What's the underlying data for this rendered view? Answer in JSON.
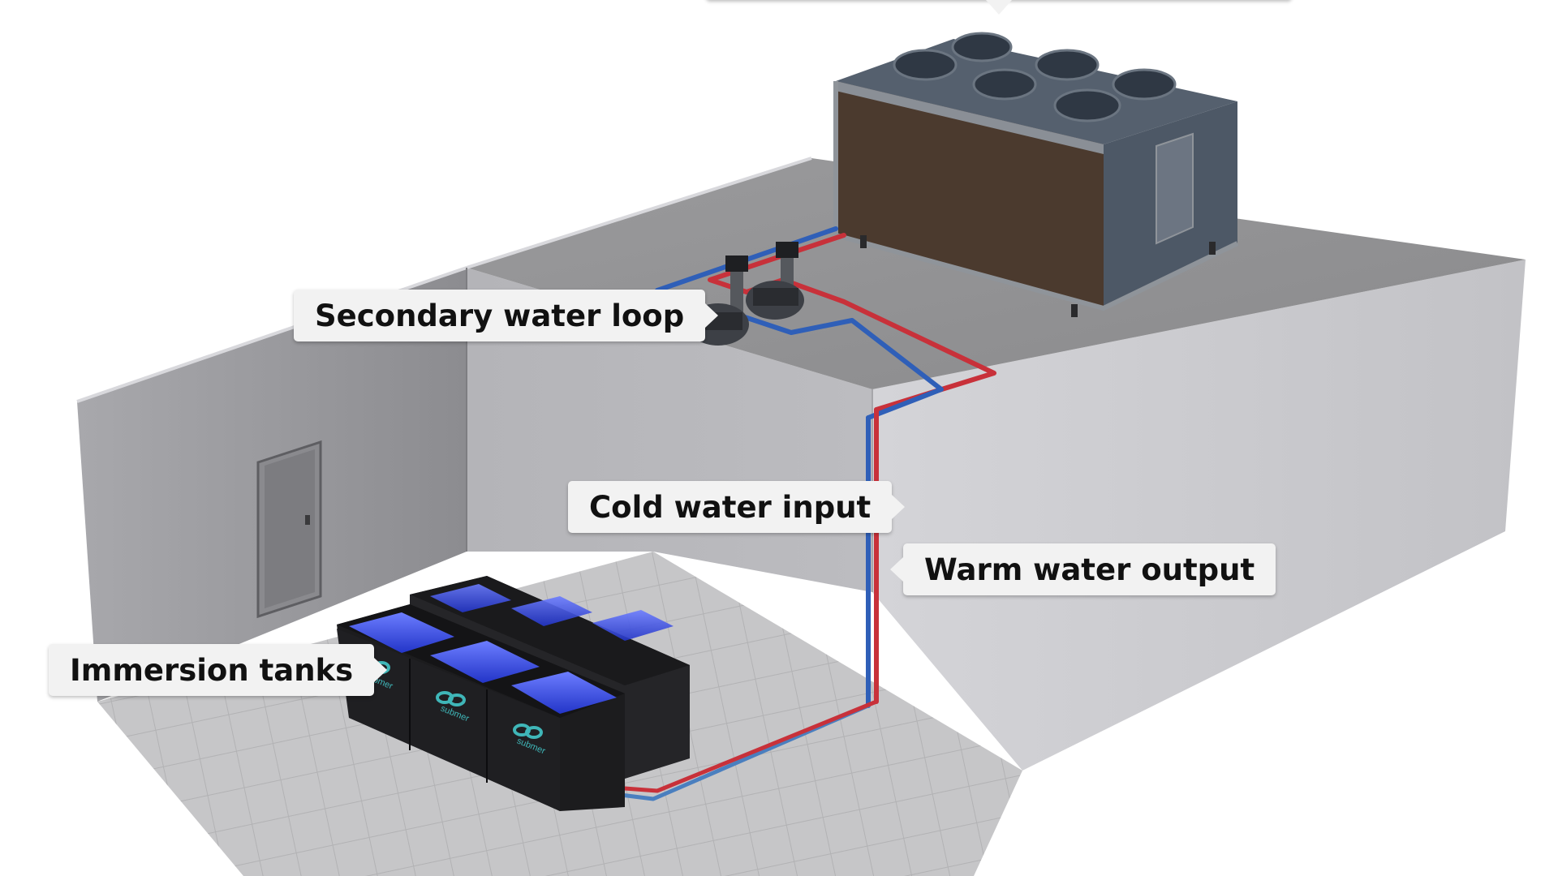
{
  "labels": {
    "secondary_loop": "Secondary water loop",
    "cold_input": "Cold water input",
    "warm_output": "Warm water output",
    "immersion_tanks": "Immersion tanks",
    "top_callout": ""
  },
  "tank_brand": "submer",
  "colors": {
    "cold_pipe": "#2f5fb8",
    "warm_pipe": "#c8313a",
    "tank_glow": "#3b55f0",
    "tank_body": "#1c1c1e",
    "cooler_panel": "#4a3a30",
    "cooler_body": "#4f5a68"
  }
}
